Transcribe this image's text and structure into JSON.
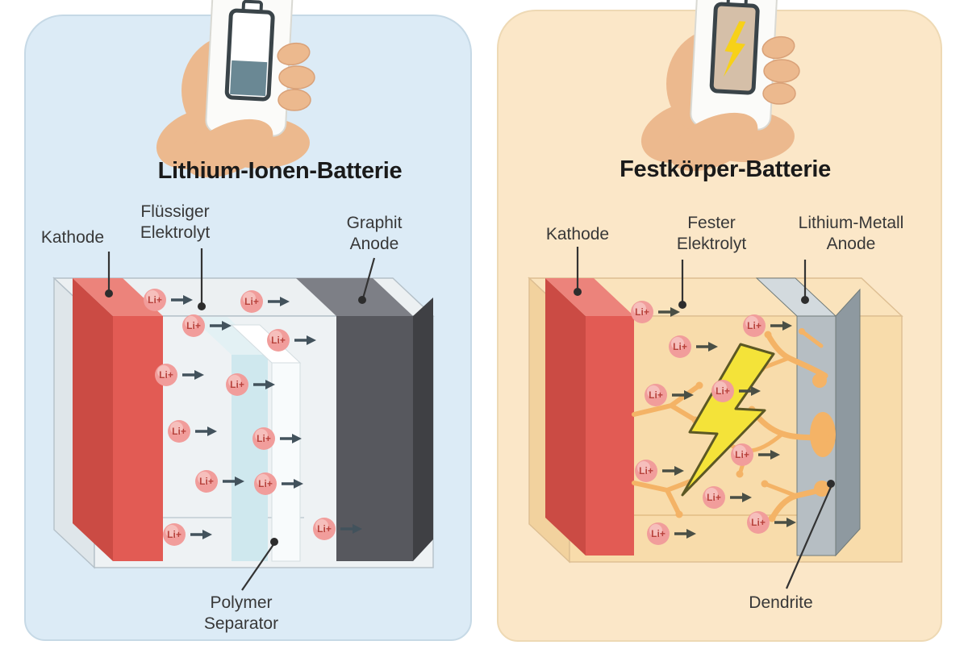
{
  "panels": {
    "left": {
      "title": "Lithium-Ionen-Batterie",
      "ion_label": "Li+",
      "labels": {
        "cathode": "Kathode",
        "electrolyte": "Flüssiger Elektrolyt",
        "anode": "Graphit Anode",
        "separator": "Polymer Separator"
      },
      "icons": [
        "hand-holding-phone-icon",
        "battery-half-icon",
        "lithium-ion-icon",
        "right-arrow-icon"
      ],
      "colors": {
        "panel_bg": "#dcebf6",
        "cathode_red": "#e25b54",
        "anode_graphite": "#57585e",
        "liquid_electrolyte_layer": "#cfe8ee",
        "separator_layer": "#f8fbfc",
        "ion_pink": "#f19d9b",
        "phone_battery_fill": "#6a8894"
      }
    },
    "right": {
      "title": "Festkörper-Batterie",
      "ion_label": "Li+",
      "labels": {
        "cathode": "Kathode",
        "electrolyte": "Fester Elektrolyt",
        "anode": "Lithium-Metall Anode",
        "dendrite": "Dendrite"
      },
      "icons": [
        "hand-holding-phone-icon",
        "battery-charging-bolt-icon",
        "lithium-ion-icon",
        "right-arrow-icon",
        "lightning-bolt-icon",
        "dendrite-icon"
      ],
      "colors": {
        "panel_bg": "#fbe7c8",
        "cathode_red": "#e25b54",
        "anode_lithium_metal": "#b6bec3",
        "solid_electrolyte_fill": "#f8dcab",
        "dendrite_orange": "#f4b366",
        "bolt_yellow": "#f4e339",
        "phone_battery_fill": "#d5bfa8"
      }
    }
  }
}
